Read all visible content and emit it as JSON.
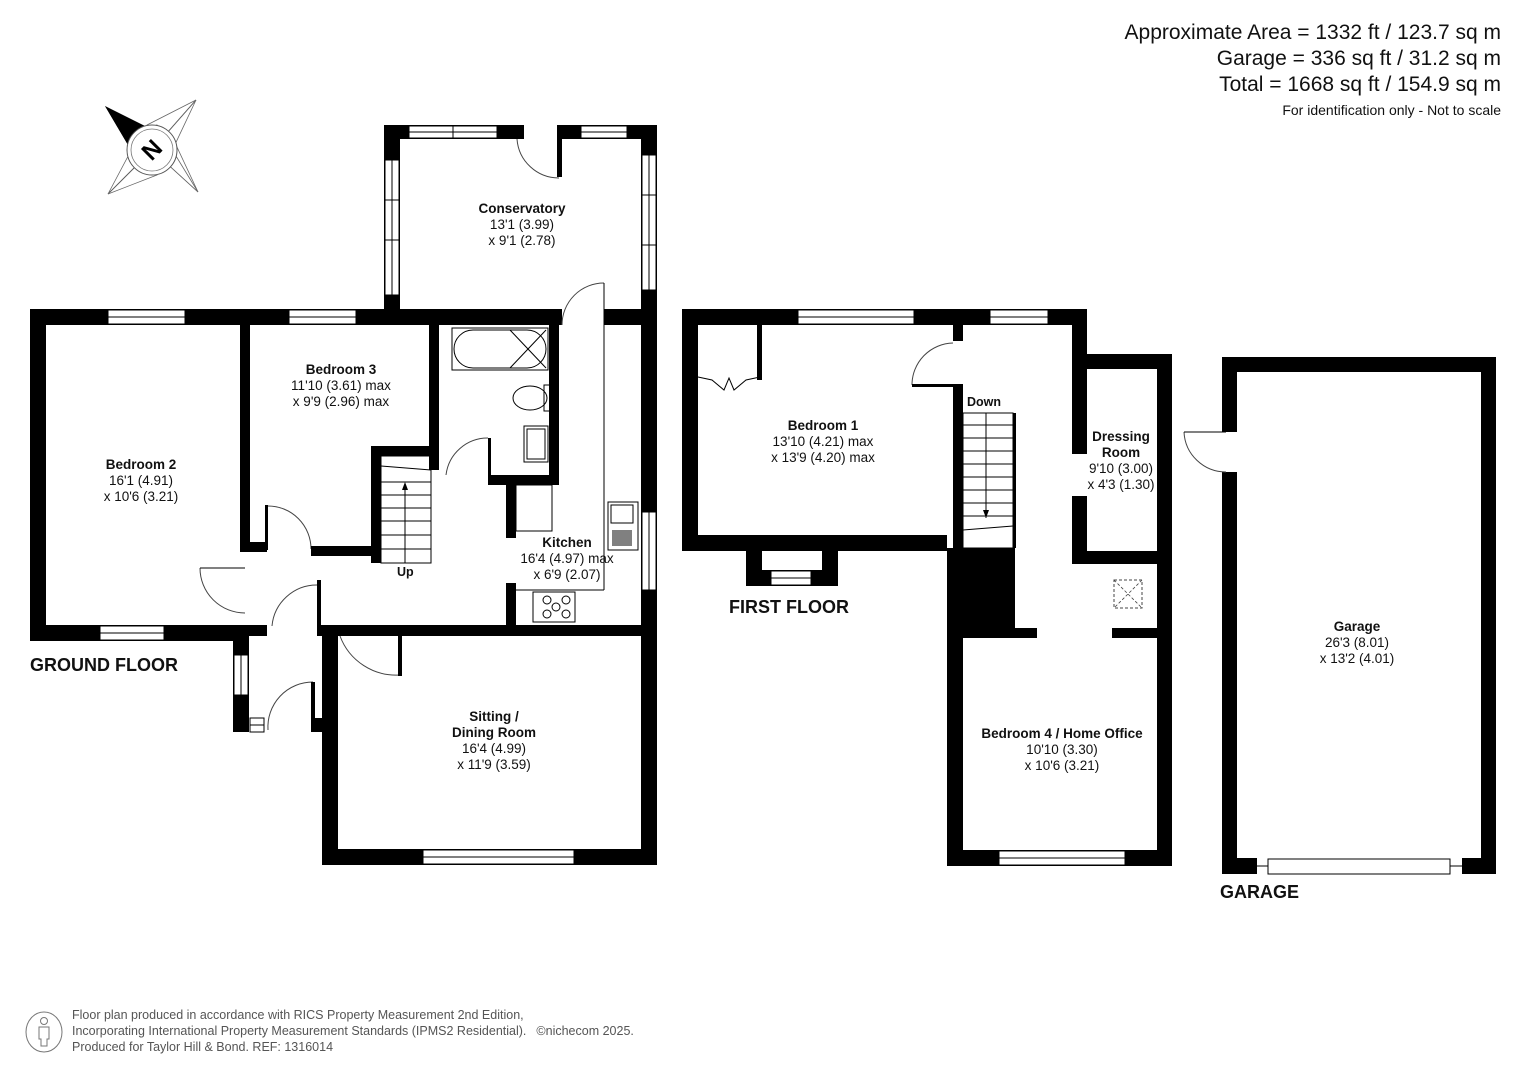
{
  "summary": {
    "approx_area": "Approximate Area = 1332 ft / 123.7 sq m",
    "garage_area": "Garage = 336 sq ft / 31.2 sq m",
    "total_area": "Total = 1668 sq ft / 154.9 sq m",
    "note": "For identification only - Not to scale"
  },
  "compass": {
    "label": "N",
    "icon": "compass-north-icon"
  },
  "floors": {
    "ground": {
      "label": "GROUND FLOOR",
      "stairs_label": "Up",
      "rooms": [
        {
          "name": "Conservatory",
          "dim1": "13'1 (3.99)",
          "dim2": "x 9'1 (2.78)"
        },
        {
          "name": "Bedroom 3",
          "dim1": "11'10 (3.61) max",
          "dim2": "x 9'9 (2.96) max"
        },
        {
          "name": "Bedroom 2",
          "dim1": "16'1 (4.91)",
          "dim2": "x 10'6 (3.21)"
        },
        {
          "name": "Kitchen",
          "dim1": "16'4 (4.97) max",
          "dim2": "x 6'9 (2.07)"
        },
        {
          "name": "Sitting /",
          "name2": "Dining Room",
          "dim1": "16'4 (4.99)",
          "dim2": "x 11'9 (3.59)"
        }
      ]
    },
    "first": {
      "label": "FIRST FLOOR",
      "stairs_label": "Down",
      "rooms": [
        {
          "name": "Bedroom 1",
          "dim1": "13'10 (4.21) max",
          "dim2": "x 13'9 (4.20) max"
        },
        {
          "name": "Dressing",
          "name2": "Room",
          "dim1": "9'10 (3.00)",
          "dim2": "x 4'3 (1.30)"
        },
        {
          "name": "Bedroom 4 / Home Office",
          "dim1": "10'10 (3.30)",
          "dim2": "x 10'6 (3.21)"
        }
      ]
    },
    "garage": {
      "label": "GARAGE",
      "rooms": [
        {
          "name": "Garage",
          "dim1": "26'3 (8.01)",
          "dim2": "x 13'2 (4.01)"
        }
      ]
    }
  },
  "footer": {
    "line1": "Floor plan produced in accordance with RICS Property Measurement 2nd Edition,",
    "line2": "Incorporating International Property Measurement Standards (IPMS2 Residential).",
    "copyright": "©nichecom 2025.",
    "line3": "Produced for Taylor Hill & Bond.   REF: 1316014"
  },
  "colors": {
    "wall": "#000000",
    "background": "#ffffff",
    "footer_text": "#555555"
  }
}
